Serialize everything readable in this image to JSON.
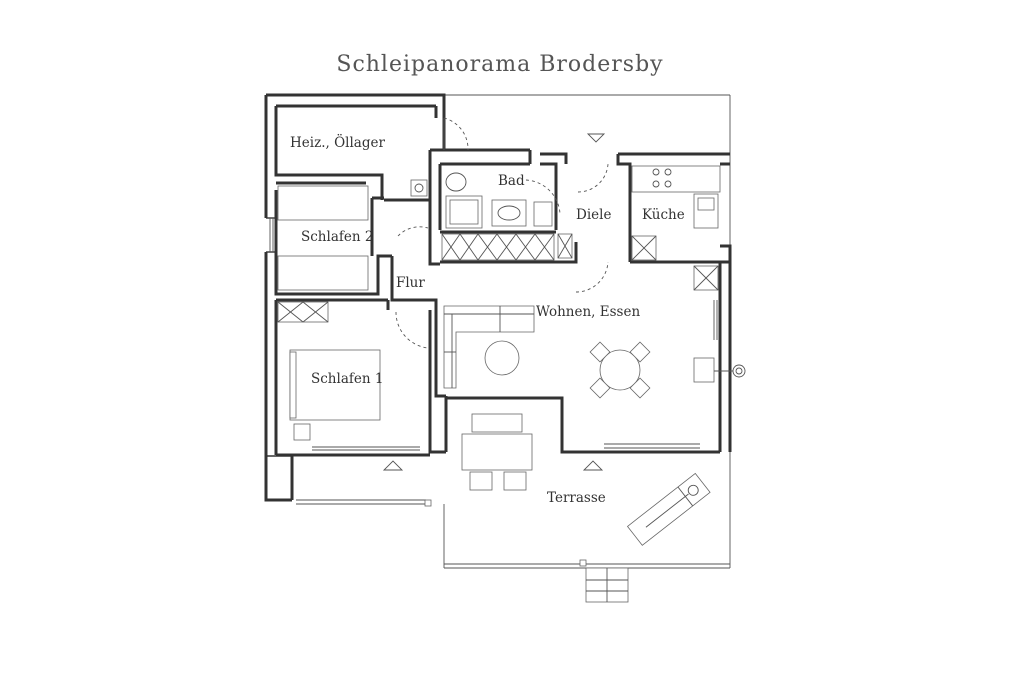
{
  "title": "Schleipanorama Brodersby",
  "rooms": {
    "heizung": "Heiz., Öllager",
    "bad": "Bad",
    "diele": "Diele",
    "kueche": "Küche",
    "schlafen2": "Schlafen 2",
    "flur": "Flur",
    "wohnen": "Wohnen, Essen",
    "schlafen1": "Schlafen 1",
    "terrasse": "Terrasse"
  },
  "colors": {
    "line": "#333333",
    "text": "#555555",
    "background": "#ffffff"
  }
}
